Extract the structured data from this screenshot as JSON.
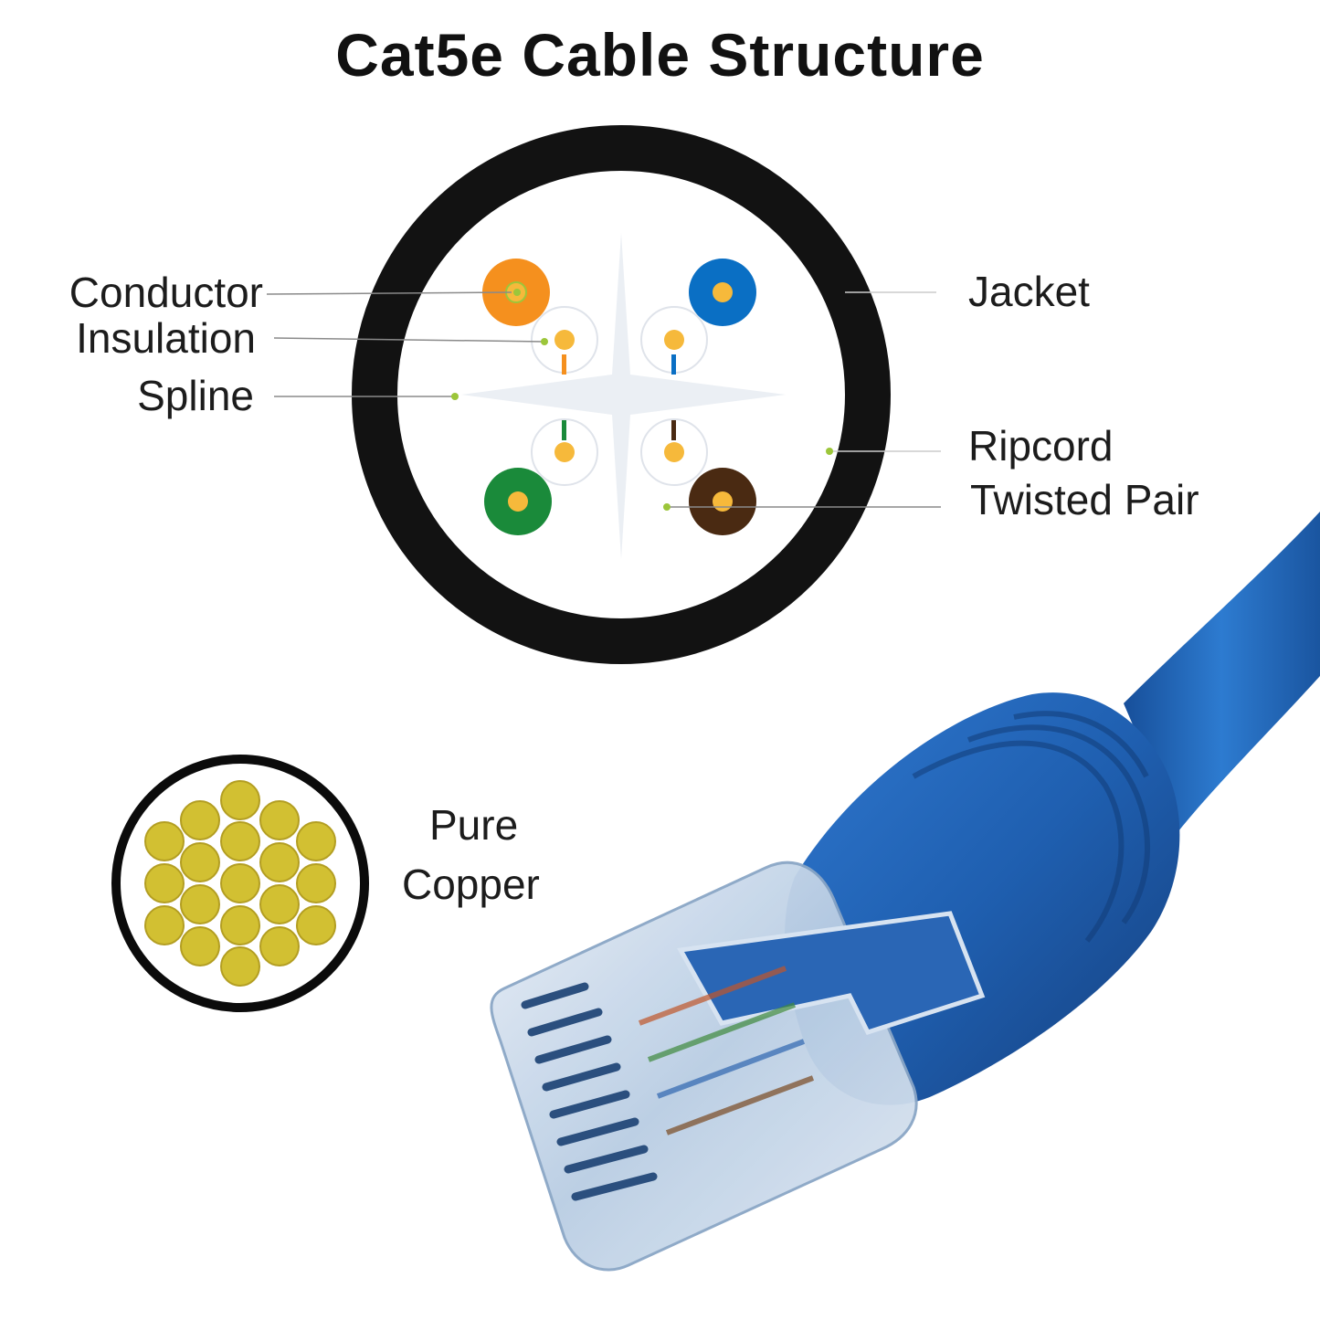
{
  "title": "Cat5e Cable Structure",
  "labels": {
    "conductor": "Conductor",
    "insulation": "Insulation",
    "spline": "Spline",
    "jacket": "Jacket",
    "ripcord": "Ripcord",
    "twisted_pair": "Twisted Pair",
    "pure_copper_line1": "Pure",
    "pure_copper_line2": "Copper"
  },
  "colors": {
    "jacket": "#121212",
    "pair_orange": "#f5901e",
    "pair_blue": "#0a6fc4",
    "pair_green": "#1a8a3a",
    "pair_brown": "#4a2a12",
    "copper_core": "#f6b93b",
    "copper_strand": "#c9b42a",
    "leader_dot": "#9cc63a",
    "connector_boot": "#1f5fb0"
  },
  "icons": [
    "cable-cross-section-icon",
    "copper-strand-icon",
    "rj45-connector-icon"
  ]
}
